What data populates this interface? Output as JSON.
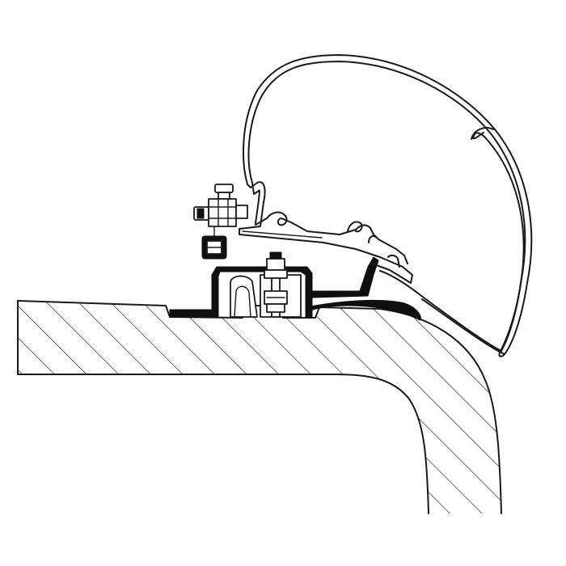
{
  "figure": {
    "description_visible_text": "",
    "colors": {
      "line": "#1a1a1a",
      "fill_dark": "#0f0f0f",
      "background": "#ffffff"
    },
    "icons": [
      "awning-case-profile",
      "mounting-bracket",
      "adjustment-bolt",
      "roof-section-hatched"
    ]
  }
}
